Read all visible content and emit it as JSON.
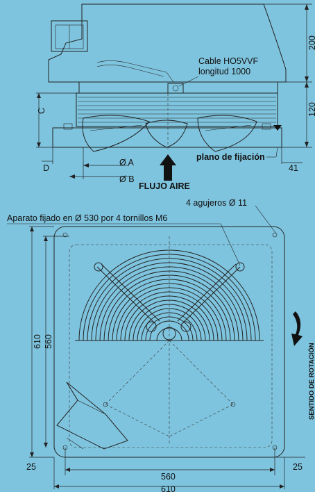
{
  "labels": {
    "cable_line1": "Cable HO5VVF",
    "cable_line2": "longitud 1000",
    "dim_200": "200",
    "dim_120": "120",
    "letter_c": "C",
    "letter_d": "D",
    "dim_a": "Ø A",
    "dim_b": "Ø B",
    "flujo_aire": "FLUJO AIRE",
    "plano_fijacion": "plano de fijación",
    "dim_41": "41",
    "agujeros": "4 agujeros Ø 11",
    "aparato": "Aparato fijado en Ø 530 por 4 tornillos M6",
    "dim_610_v": "610",
    "dim_560_v": "560",
    "dim_25_left": "25",
    "dim_25_right": "25",
    "dim_560_h": "560",
    "dim_610_h": "610",
    "sentido": "SENTIDO DE ROTACIÓN"
  },
  "colors": {
    "background": "#7fc4de",
    "line": "#222222",
    "hood_fill": "#8fcbe2",
    "grille": "#1a1a1a"
  }
}
